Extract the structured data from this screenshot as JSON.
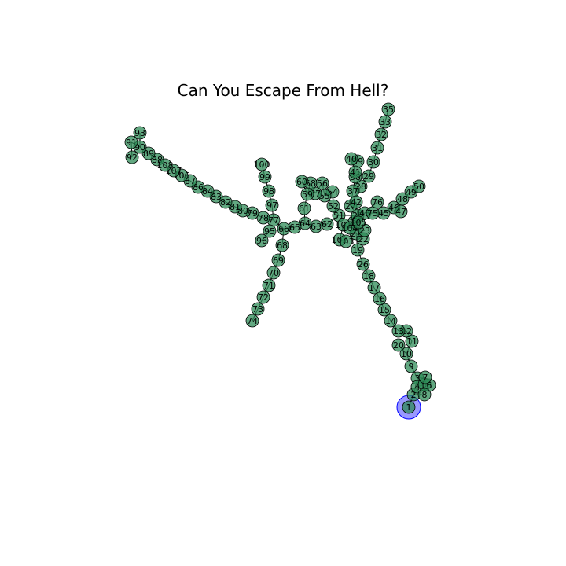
{
  "title": "Can You Escape From Hell?",
  "colors": {
    "node_fill": "#2e8b57",
    "node_stroke": "#000000",
    "current_fill": "#0000ff",
    "edge": "#000000",
    "label": "#000000",
    "background": "#ffffff"
  },
  "current_node": "1",
  "nodes": [
    {
      "id": "1"
    },
    {
      "id": "2"
    },
    {
      "id": "3"
    },
    {
      "id": "4"
    },
    {
      "id": "5"
    },
    {
      "id": "6"
    },
    {
      "id": "7"
    },
    {
      "id": "8"
    },
    {
      "id": "9"
    },
    {
      "id": "10"
    },
    {
      "id": "11"
    },
    {
      "id": "12"
    },
    {
      "id": "13"
    },
    {
      "id": "14"
    },
    {
      "id": "15"
    },
    {
      "id": "16"
    },
    {
      "id": "17"
    },
    {
      "id": "18"
    },
    {
      "id": "19"
    },
    {
      "id": "20"
    },
    {
      "id": "21"
    },
    {
      "id": "22"
    },
    {
      "id": "23"
    },
    {
      "id": "24"
    },
    {
      "id": "25"
    },
    {
      "id": "26"
    },
    {
      "id": "27"
    },
    {
      "id": "28"
    },
    {
      "id": "29"
    },
    {
      "id": "30"
    },
    {
      "id": "31"
    },
    {
      "id": "32"
    },
    {
      "id": "33"
    },
    {
      "id": "35"
    },
    {
      "id": "37"
    },
    {
      "id": "38"
    },
    {
      "id": "39"
    },
    {
      "id": "40"
    },
    {
      "id": "41"
    },
    {
      "id": "42"
    },
    {
      "id": "43"
    },
    {
      "id": "45"
    },
    {
      "id": "46"
    },
    {
      "id": "47"
    },
    {
      "id": "48"
    },
    {
      "id": "49"
    },
    {
      "id": "50"
    },
    {
      "id": "51"
    },
    {
      "id": "52"
    },
    {
      "id": "54"
    },
    {
      "id": "55"
    },
    {
      "id": "56"
    },
    {
      "id": "57"
    },
    {
      "id": "58"
    },
    {
      "id": "59"
    },
    {
      "id": "60"
    },
    {
      "id": "61"
    },
    {
      "id": "62"
    },
    {
      "id": "63"
    },
    {
      "id": "64"
    },
    {
      "id": "65"
    },
    {
      "id": "66"
    },
    {
      "id": "68"
    },
    {
      "id": "69"
    },
    {
      "id": "70"
    },
    {
      "id": "71"
    },
    {
      "id": "72"
    },
    {
      "id": "73"
    },
    {
      "id": "74"
    },
    {
      "id": "75"
    },
    {
      "id": "76"
    },
    {
      "id": "77"
    },
    {
      "id": "78"
    },
    {
      "id": "79"
    },
    {
      "id": "80"
    },
    {
      "id": "81"
    },
    {
      "id": "82"
    },
    {
      "id": "83"
    },
    {
      "id": "84"
    },
    {
      "id": "86"
    },
    {
      "id": "87"
    },
    {
      "id": "88"
    },
    {
      "id": "89"
    },
    {
      "id": "90"
    },
    {
      "id": "91"
    },
    {
      "id": "92"
    },
    {
      "id": "93"
    },
    {
      "id": "95"
    },
    {
      "id": "96"
    },
    {
      "id": "97"
    },
    {
      "id": "98"
    },
    {
      "id": "99"
    },
    {
      "id": "100"
    },
    {
      "id": "101"
    },
    {
      "id": "102"
    },
    {
      "id": "103"
    },
    {
      "id": "104"
    },
    {
      "id": "105"
    },
    {
      "id": "106"
    },
    {
      "id": "107"
    },
    {
      "id": "108"
    }
  ]
}
